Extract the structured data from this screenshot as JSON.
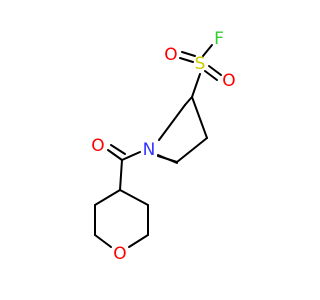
{
  "molecule": {
    "atoms": [
      {
        "id": "N1",
        "symbol": "N",
        "color": "#3333ff"
      },
      {
        "id": "O_carbonyl",
        "symbol": "O",
        "color": "#ff0000"
      },
      {
        "id": "O_ring",
        "symbol": "O",
        "color": "#ff0000"
      },
      {
        "id": "S1",
        "symbol": "S",
        "color": "#cccc00"
      },
      {
        "id": "O_s1",
        "symbol": "O",
        "color": "#ff0000"
      },
      {
        "id": "O_s2",
        "symbol": "O",
        "color": "#ff0000"
      },
      {
        "id": "F1",
        "symbol": "F",
        "color": "#33cc33"
      }
    ]
  }
}
